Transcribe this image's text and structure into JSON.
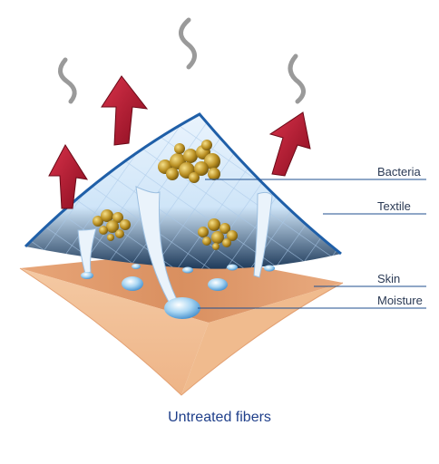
{
  "labels": {
    "bacteria": "Bacteria",
    "textile": "Textile",
    "skin": "Skin",
    "moisture": "Moisture"
  },
  "caption": "Untreated fibers",
  "colors": {
    "arrow": "#a8122a",
    "steam": "#9a9a9a",
    "textile_fill": "#d9ebfb",
    "textile_edge": "#1f5fa8",
    "skin_top": "#e9ac82",
    "skin_side": "#f1c69f",
    "bacteria": "#b08a1e",
    "moisture": "#6fb3e6",
    "leader": "#1f4f8f",
    "caption": "#1f3f8a"
  },
  "icons": [
    "heat-arrow-icon",
    "steam-wisp-icon",
    "bacteria-cluster-icon",
    "moisture-droplet-icon"
  ]
}
